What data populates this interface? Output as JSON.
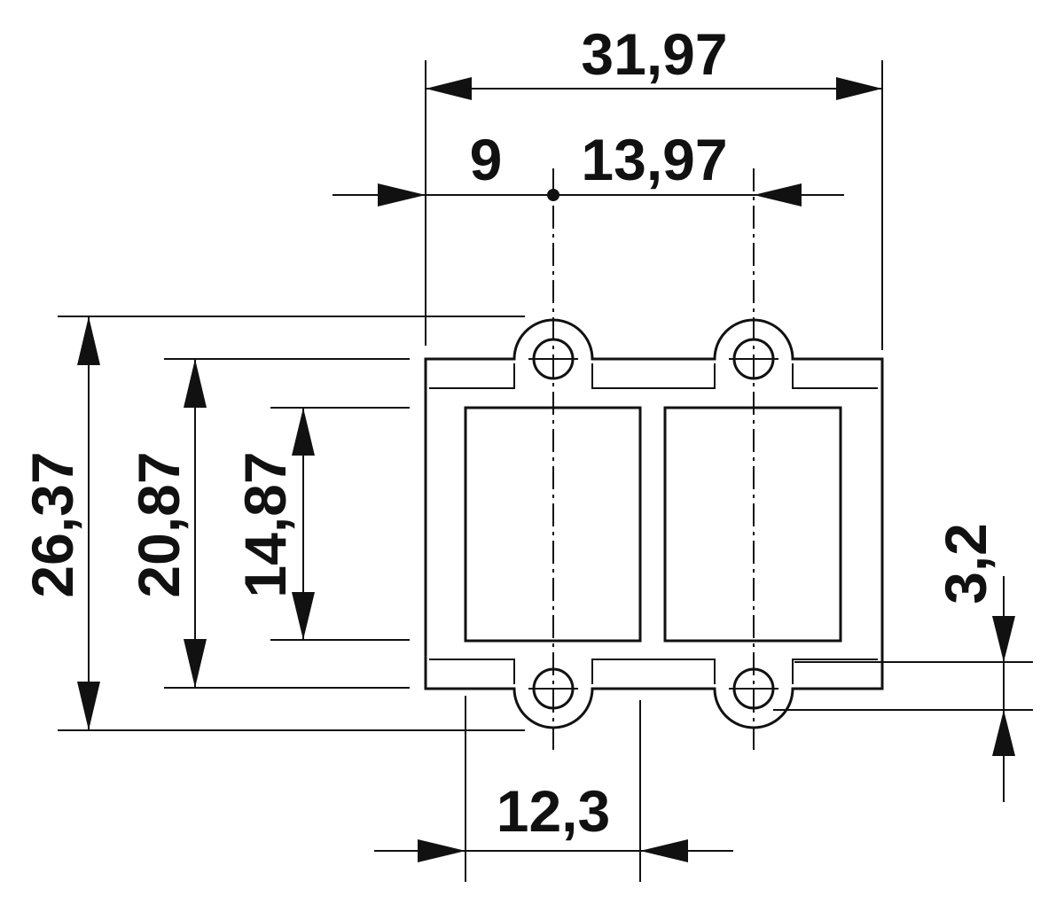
{
  "dimensions": {
    "overall_width": "31,97",
    "offset_left": "9",
    "pitch": "13,97",
    "overall_height": "26,37",
    "body_height": "20,87",
    "window_height": "14,87",
    "window_width": "12,3",
    "hole_offset": "3,2"
  },
  "colors": {
    "line": "#111111",
    "background": "#ffffff"
  }
}
